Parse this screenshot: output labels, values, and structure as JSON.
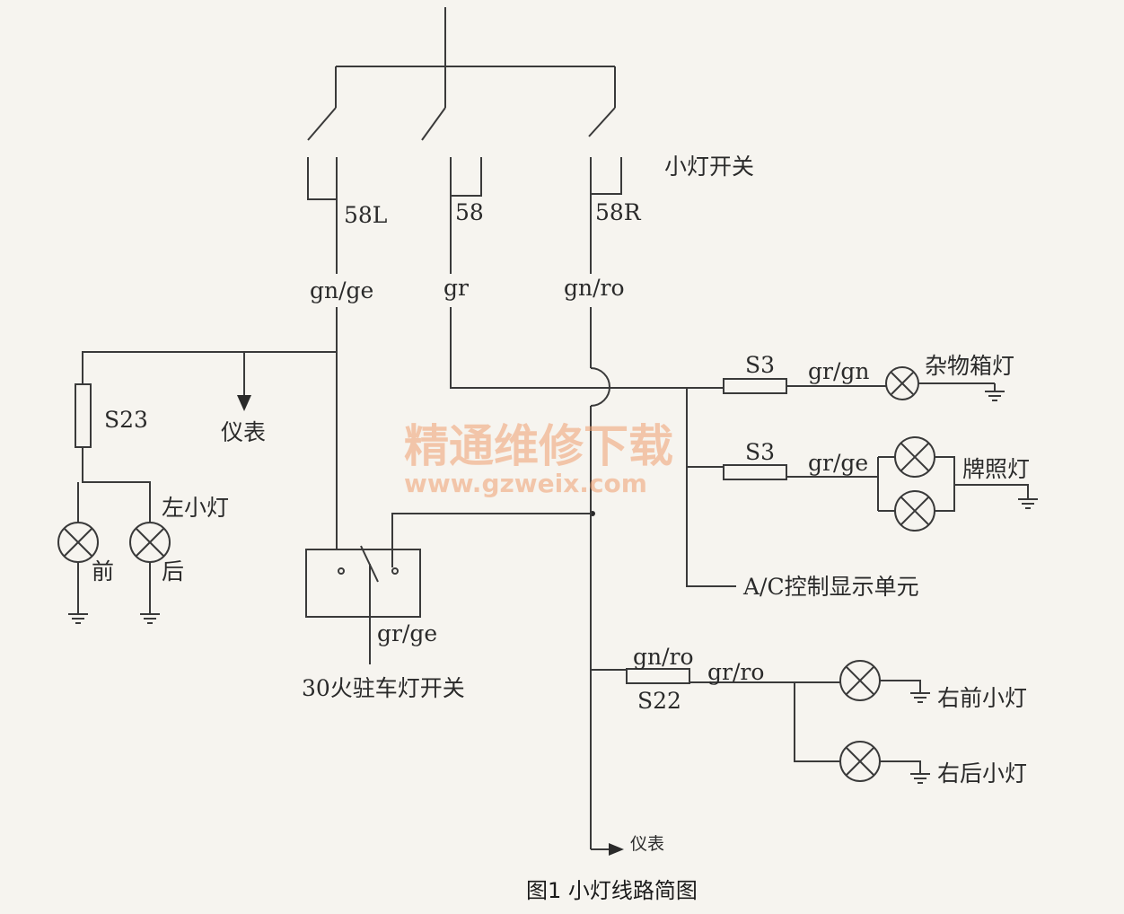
{
  "labels": {
    "switch_title": "小灯开关",
    "t58l": "58L",
    "t58": "58",
    "t58r": "58R",
    "w_gnge": "gn/ge",
    "w_gr": "gr",
    "w_gnro": "gn/ro",
    "s23": "S23",
    "meter_left": "仪表",
    "left_lamp": "左小灯",
    "front": "前",
    "rear": "后",
    "s3_a": "S3",
    "w_grgn": "gr/gn",
    "glovebox": "杂物箱灯",
    "s3_b": "S3",
    "w_grge_top": "gr/ge",
    "plate": "牌照灯",
    "ac": "A/C控制显示单元",
    "w_grge_bottom": "gr/ge",
    "parking_switch": "30火驻车灯开关",
    "w_gnro2": "gn/ro",
    "w_grro": "gr/ro",
    "s22": "S22",
    "rf_lamp": "右前小灯",
    "rr_lamp": "右后小灯",
    "meter_bottom": "仪表"
  },
  "watermark": {
    "title": "精通维修下载",
    "url": "www.gzweix.com",
    "color": "#f0a070"
  },
  "caption": "图1 小灯线路简图"
}
